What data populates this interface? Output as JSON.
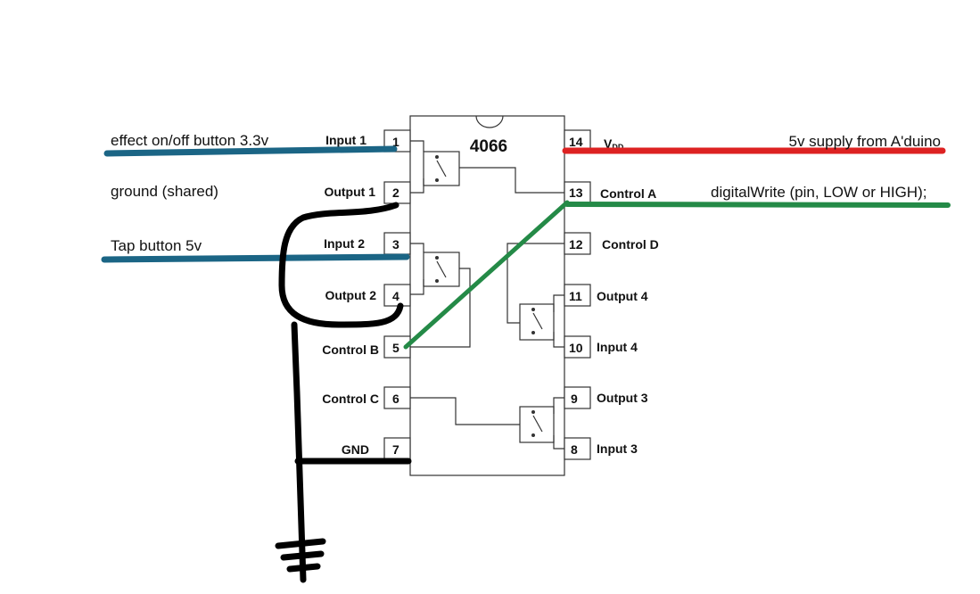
{
  "chip": {
    "name": "4066",
    "left_pins": [
      {
        "num": "1",
        "label": "Input 1"
      },
      {
        "num": "2",
        "label": "Output 1"
      },
      {
        "num": "3",
        "label": "Input 2"
      },
      {
        "num": "4",
        "label": "Output 2"
      },
      {
        "num": "5",
        "label": "Control B"
      },
      {
        "num": "6",
        "label": "Control C"
      },
      {
        "num": "7",
        "label": "GND"
      }
    ],
    "right_pins": [
      {
        "num": "14",
        "label": "V",
        "sub": "DD"
      },
      {
        "num": "13",
        "label": "Control A"
      },
      {
        "num": "12",
        "label": "Control D"
      },
      {
        "num": "11",
        "label": "Output 4"
      },
      {
        "num": "10",
        "label": "Input 4"
      },
      {
        "num": "9",
        "label": "Output 3"
      },
      {
        "num": "8",
        "label": "Input 3"
      }
    ]
  },
  "annotations": {
    "effect_button": "effect on/off button 3.3v",
    "ground_shared": "ground (shared)",
    "tap_button": "Tap button 5v",
    "supply": "5v supply from A'duino",
    "digital_write": "digitalWrite (pin, LOW or HIGH);"
  },
  "colors": {
    "blue_wire": "#1b6585",
    "red_wire": "#dd2222",
    "green_wire": "#248a47",
    "black_wire": "#000000"
  }
}
